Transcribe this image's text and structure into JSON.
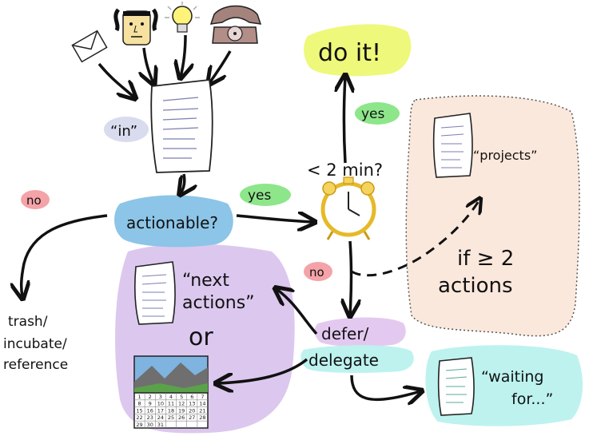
{
  "inbox": {
    "label": "“in”"
  },
  "actionable": {
    "label": "actionable?"
  },
  "two_min": {
    "label": "< 2 min?"
  },
  "do_it": {
    "label": "do it!"
  },
  "projects": {
    "label": "“projects”"
  },
  "if_two": {
    "line1": "if ≥ 2",
    "line2": "actions"
  },
  "defer": {
    "line1": "defer/",
    "line2": "delegate"
  },
  "next_actions": {
    "line1": "“next",
    "line2": "actions”",
    "or": "or"
  },
  "waiting": {
    "line1": "“waiting",
    "line2": "for...”"
  },
  "trash": {
    "line1": "trash/",
    "line2": "incubate/",
    "line3": "reference"
  },
  "labels": {
    "no_left": "no",
    "no_mid": "no",
    "yes_top": "yes",
    "yes_mid": "yes"
  },
  "calendar": {
    "days": [
      "1",
      "2",
      "3",
      "4",
      "5",
      "6",
      "7",
      "8",
      "9",
      "10",
      "11",
      "12",
      "13",
      "14",
      "15",
      "16",
      "17",
      "18",
      "19",
      "20",
      "21",
      "22",
      "23",
      "24",
      "25",
      "26",
      "27",
      "28",
      "29",
      "30",
      "31"
    ]
  },
  "colors": {
    "actionable_bg": "#8cc5e8",
    "do_it_bg": "#eef87a",
    "projects_bg": "#fbe8dc",
    "next_actions_bg": "#dcc8ee",
    "waiting_bg": "#bdf2ef",
    "defer_bg": "#e3c9f0",
    "delegate_bg": "#bdf2ef",
    "yes_bg": "#8ee68a",
    "no_bg": "#f4a3a8",
    "in_bg": "#d9dbee"
  }
}
